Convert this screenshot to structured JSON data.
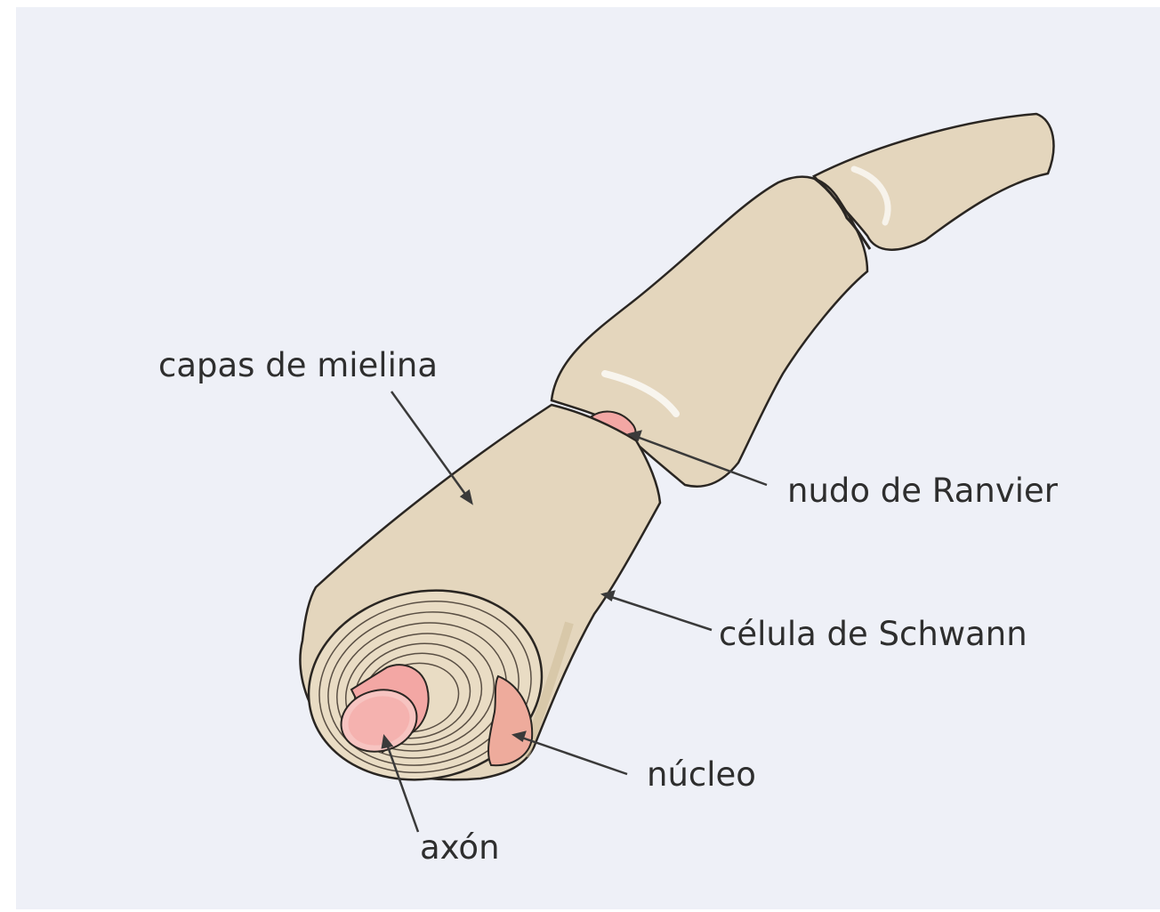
{
  "colors": {
    "background": "#eef0f7",
    "sheath": "#e4d6bd",
    "sheath_shadow": "#cbb995",
    "outline": "#2a2622",
    "axon": "#f3a7a4",
    "axon_top": "#f7c4c1",
    "nucleus": "#eeab9c",
    "leader_line": "#3a3a3a"
  },
  "labels": {
    "myelin": "capas de mielina",
    "node": "nudo de Ranvier",
    "schwann": "célula de Schwann",
    "nucleus": "núcleo",
    "axon": "axón"
  }
}
